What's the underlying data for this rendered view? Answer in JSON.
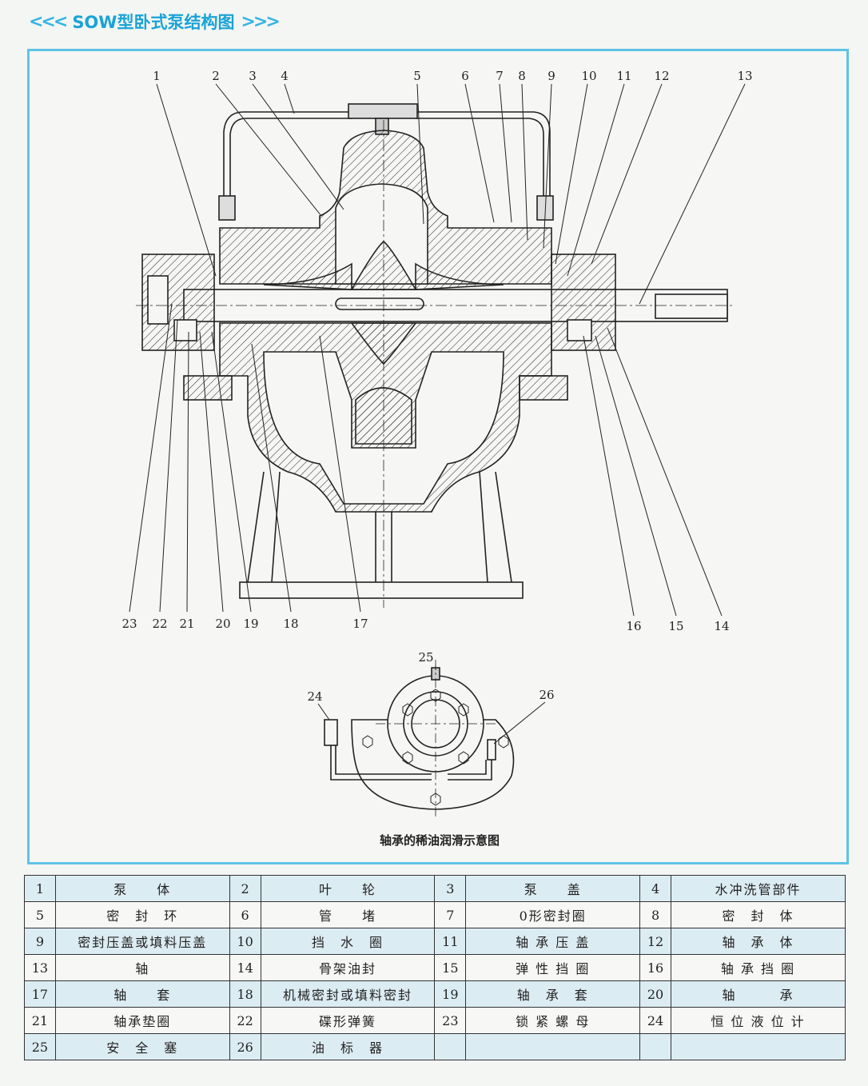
{
  "title": "SOW型卧式泵结构图",
  "title_chevrons_left": "<<<",
  "title_chevrons_right": ">>>",
  "callouts": [
    "1",
    "2",
    "3",
    "4",
    "5",
    "6",
    "7",
    "8",
    "9",
    "10",
    "11",
    "12",
    "13",
    "14",
    "15",
    "16",
    "17",
    "18",
    "19",
    "20",
    "21",
    "22",
    "23"
  ],
  "inset_callouts": [
    "24",
    "25",
    "26"
  ],
  "inset_caption": "轴承的稀油润滑示意图",
  "parts": [
    [
      {
        "n": "1",
        "name": "泵　　体"
      },
      {
        "n": "2",
        "name": "叶　　轮"
      },
      {
        "n": "3",
        "name": "泵　　盖"
      },
      {
        "n": "4",
        "name": "水冲洗管部件"
      }
    ],
    [
      {
        "n": "5",
        "name": "密　封　环"
      },
      {
        "n": "6",
        "name": "管　　堵"
      },
      {
        "n": "7",
        "name": "0形密封圈"
      },
      {
        "n": "8",
        "name": "密　封　体"
      }
    ],
    [
      {
        "n": "9",
        "name": "密封压盖或填料压盖"
      },
      {
        "n": "10",
        "name": "挡　水　圈"
      },
      {
        "n": "11",
        "name": "轴 承 压 盖"
      },
      {
        "n": "12",
        "name": "轴　承　体"
      }
    ],
    [
      {
        "n": "13",
        "name": "轴"
      },
      {
        "n": "14",
        "name": "骨架油封"
      },
      {
        "n": "15",
        "name": "弹 性 挡 圈"
      },
      {
        "n": "16",
        "name": "轴 承 挡 圈"
      }
    ],
    [
      {
        "n": "17",
        "name": "轴　　套"
      },
      {
        "n": "18",
        "name": "机械密封或填料密封"
      },
      {
        "n": "19",
        "name": "轴　承　套"
      },
      {
        "n": "20",
        "name": "轴　　　承"
      }
    ],
    [
      {
        "n": "21",
        "name": "轴承垫圈"
      },
      {
        "n": "22",
        "name": "碟形弹簧"
      },
      {
        "n": "23",
        "name": "锁 紧 螺 母"
      },
      {
        "n": "24",
        "name": "恒 位 液 位 计"
      }
    ],
    [
      {
        "n": "25",
        "name": "安　全　塞"
      },
      {
        "n": "26",
        "name": "油　标　器"
      },
      {
        "n": "",
        "name": ""
      },
      {
        "n": "",
        "name": ""
      }
    ]
  ]
}
